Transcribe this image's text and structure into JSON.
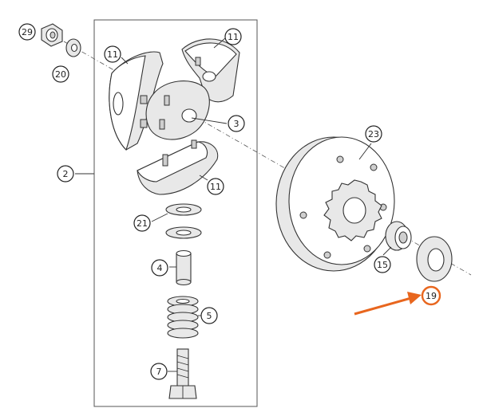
{
  "diagram": {
    "callouts": [
      {
        "id": "c29",
        "label": "29"
      },
      {
        "id": "c20",
        "label": "20"
      },
      {
        "id": "c11a",
        "label": "11"
      },
      {
        "id": "c11b",
        "label": "11"
      },
      {
        "id": "c3",
        "label": "3"
      },
      {
        "id": "c2",
        "label": "2"
      },
      {
        "id": "c11c",
        "label": "11"
      },
      {
        "id": "c23",
        "label": "23"
      },
      {
        "id": "c21",
        "label": "21"
      },
      {
        "id": "c4",
        "label": "4"
      },
      {
        "id": "c15",
        "label": "15"
      },
      {
        "id": "c19",
        "label": "19"
      },
      {
        "id": "c5",
        "label": "5"
      },
      {
        "id": "c7",
        "label": "7"
      }
    ],
    "highlight": {
      "callout": "19",
      "color": "#e8661e"
    },
    "colors": {
      "ink": "#333333",
      "highlight": "#e8661e"
    }
  }
}
